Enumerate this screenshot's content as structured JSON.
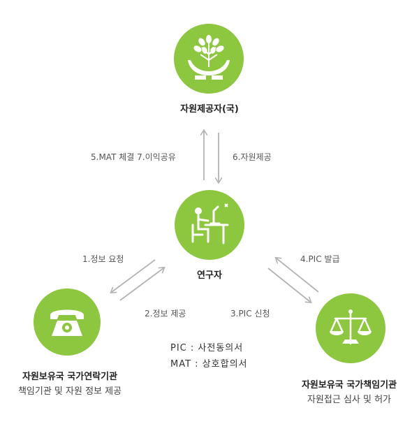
{
  "nodes": {
    "provider": {
      "title": "자원제공자(국)"
    },
    "researcher": {
      "title": "연구자"
    },
    "contact": {
      "title": "자원보유국 국가연락기관",
      "subtitle": "책임기관 및 자원 정보 제공"
    },
    "authority": {
      "title": "자원보유국 국가책임기관",
      "subtitle": "자원접근 심사 및 허가"
    }
  },
  "flows": {
    "f5_7": "5.MAT 체결  7.이익공유",
    "f6": "6.자원제공",
    "f1": "1.정보 요청",
    "f2": "2.정보 제공",
    "f3": "3.PIC 신청",
    "f4": "4.PIC 발급"
  },
  "legend": {
    "pic": "PIC  : 사전동의서",
    "mat": "MAT : 상호합의서"
  },
  "colors": {
    "accent": "#8dc63f",
    "arrow": "#b3b3b3"
  }
}
